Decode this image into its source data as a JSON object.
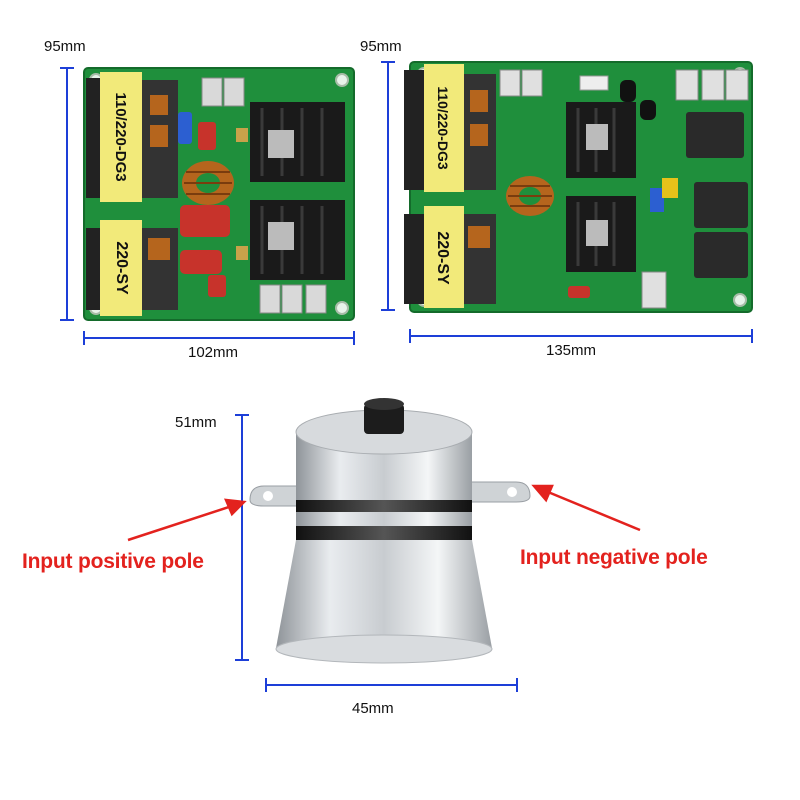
{
  "boards": {
    "small": {
      "height_label": "95mm",
      "width_label": "102mm",
      "transformer_top": "110/220-DG3",
      "transformer_bottom": "220-SY"
    },
    "large": {
      "height_label": "95mm",
      "width_label": "135mm",
      "transformer_top": "110/220-DG3",
      "transformer_bottom": "220-SY"
    }
  },
  "transducer": {
    "height_label": "51mm",
    "width_label": "45mm",
    "positive_label": "Input positive pole",
    "negative_label": "Input negative pole"
  },
  "colors": {
    "dimension_line": "#1d3fd8",
    "pole_label": "#e3221e",
    "pcb_green": "#1f8f3c",
    "transformer_yellow": "#f2ea7a"
  }
}
